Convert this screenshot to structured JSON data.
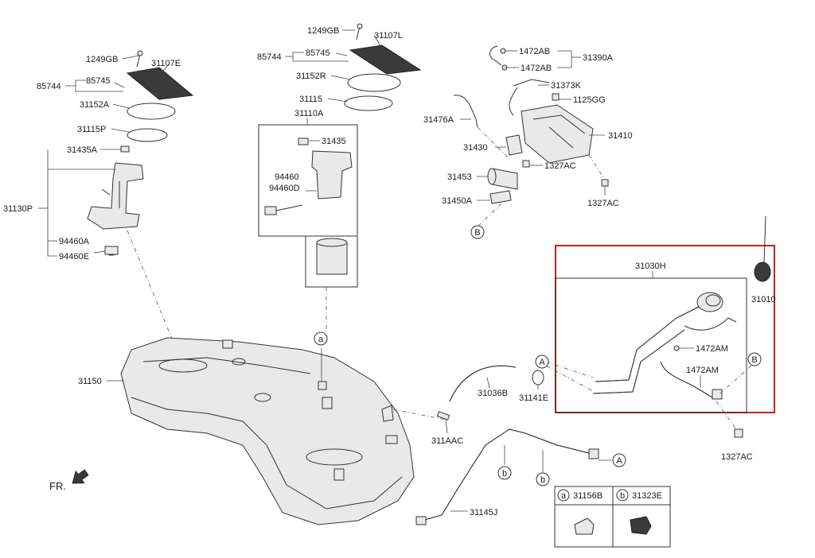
{
  "labels": {
    "l_1249GB_L": "1249GB",
    "l_31107E": "31107E",
    "l_85744_L": "85744",
    "l_85745_L": "85745",
    "l_31152A": "31152A",
    "l_31115P": "31115P",
    "l_31435A": "31435A",
    "l_31130P": "31130P",
    "l_94460A": "94460A",
    "l_94460E": "94460E",
    "l_1249GB_R": "1249GB",
    "l_31107L": "31107L",
    "l_85744_R": "85744",
    "l_85745_R": "85745",
    "l_31152R": "31152R",
    "l_31115": "31115",
    "l_31110A": "31110A",
    "l_31435": "31435",
    "l_94460": "94460",
    "l_94460D": "94460D",
    "l_1472AB_1": "1472AB",
    "l_1472AB_2": "1472AB",
    "l_31390A": "31390A",
    "l_31373K": "31373K",
    "l_1125GG": "1125GG",
    "l_31476A": "31476A",
    "l_31410": "31410",
    "l_31430": "31430",
    "l_1327AC_1": "1327AC",
    "l_31453": "31453",
    "l_31450A": "31450A",
    "l_1327AC_2": "1327AC",
    "l_31030H": "31030H",
    "l_31010": "31010",
    "l_1472AM_1": "1472AM",
    "l_1472AM_2": "1472AM",
    "l_1327AC_3": "1327AC",
    "l_31150": "31150",
    "l_31036B": "31036B",
    "l_31141E": "31141E",
    "l_311AAC": "311AAC",
    "l_31145J": "31145J",
    "l_FR": "FR.",
    "l_legend_a": "31156B",
    "l_legend_b": "31323E"
  },
  "callouts": {
    "a": "a",
    "b": "b",
    "A": "A",
    "B": "B"
  }
}
